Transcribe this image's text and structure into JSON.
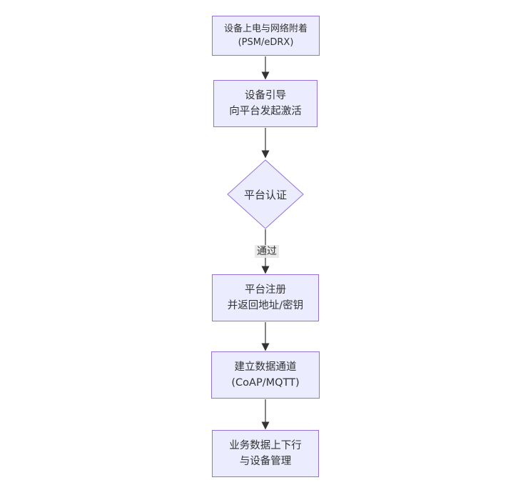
{
  "diagram": {
    "type": "flowchart",
    "direction": "top-down",
    "colors": {
      "node_fill": "#ECECFF",
      "node_border": "#9370DB",
      "edge": "#333333",
      "edge_label_bg": "#E8E8E8",
      "text": "#333333"
    },
    "nodes": {
      "power": {
        "shape": "rect",
        "line1": "设备上电与网络附着",
        "line2": "(PSM/eDRX)"
      },
      "boot": {
        "shape": "rect",
        "line1": "设备引导",
        "line2": "向平台发起激活"
      },
      "auth": {
        "shape": "diamond",
        "label": "平台认证"
      },
      "register": {
        "shape": "rect",
        "line1": "平台注册",
        "line2": "并返回地址/密钥"
      },
      "channel": {
        "shape": "rect",
        "line1": "建立数据通道",
        "line2": "(CoAP/MQTT)"
      },
      "business": {
        "shape": "rect",
        "line1": "业务数据上下行",
        "line2": "与设备管理"
      }
    },
    "edges": [
      {
        "from": "power",
        "to": "boot",
        "label": ""
      },
      {
        "from": "boot",
        "to": "auth",
        "label": ""
      },
      {
        "from": "auth",
        "to": "register",
        "label": "通过"
      },
      {
        "from": "register",
        "to": "channel",
        "label": ""
      },
      {
        "from": "channel",
        "to": "business",
        "label": ""
      }
    ]
  }
}
